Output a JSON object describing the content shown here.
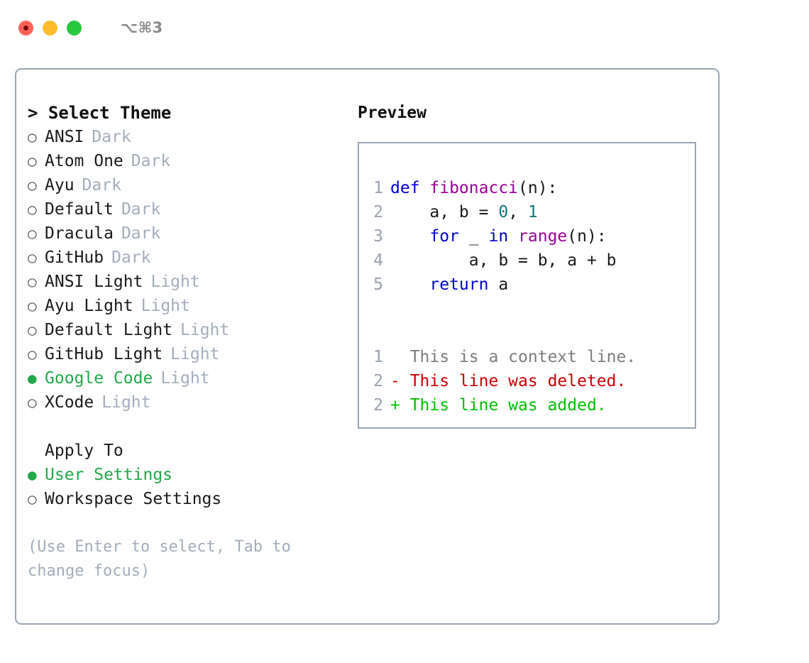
{
  "titlebar": {
    "shortcut": "⌥⌘3",
    "buttons": [
      {
        "name": "close",
        "color": "#ff6159"
      },
      {
        "name": "minimize",
        "color": "#ffbd2e"
      },
      {
        "name": "maximize",
        "color": "#28c83f"
      }
    ]
  },
  "theme_picker": {
    "header": "> Select Theme",
    "selected_bullet": "●",
    "unselected_bullet": "○",
    "items": [
      {
        "name": "ANSI",
        "kind": "Dark",
        "selected": false
      },
      {
        "name": "Atom One",
        "kind": "Dark",
        "selected": false
      },
      {
        "name": "Ayu",
        "kind": "Dark",
        "selected": false
      },
      {
        "name": "Default",
        "kind": "Dark",
        "selected": false
      },
      {
        "name": "Dracula",
        "kind": "Dark",
        "selected": false
      },
      {
        "name": "GitHub",
        "kind": "Dark",
        "selected": false
      },
      {
        "name": "ANSI Light",
        "kind": "Light",
        "selected": false
      },
      {
        "name": "Ayu Light",
        "kind": "Light",
        "selected": false
      },
      {
        "name": "Default Light",
        "kind": "Light",
        "selected": false
      },
      {
        "name": "GitHub Light",
        "kind": "Light",
        "selected": false
      },
      {
        "name": "Google Code",
        "kind": "Light",
        "selected": true
      },
      {
        "name": "XCode",
        "kind": "Light",
        "selected": false
      }
    ]
  },
  "apply_to": {
    "header": "Apply To",
    "items": [
      {
        "name": "User Settings",
        "selected": true
      },
      {
        "name": "Workspace Settings",
        "selected": false
      }
    ]
  },
  "hint": "(Use Enter to select, Tab to change focus)",
  "preview": {
    "title": "Preview",
    "code_lines": [
      {
        "number": "1",
        "tokens": [
          {
            "text": "def ",
            "type": "kw"
          },
          {
            "text": "fibonacci",
            "type": "fn"
          },
          {
            "text": "(n):",
            "type": "pln"
          }
        ]
      },
      {
        "number": "2",
        "tokens": [
          {
            "text": "    a, b = ",
            "type": "pln"
          },
          {
            "text": "0",
            "type": "num"
          },
          {
            "text": ", ",
            "type": "pln"
          },
          {
            "text": "1",
            "type": "num"
          }
        ]
      },
      {
        "number": "3",
        "tokens": [
          {
            "text": "    ",
            "type": "pln"
          },
          {
            "text": "for",
            "type": "kw"
          },
          {
            "text": " _ ",
            "type": "pln"
          },
          {
            "text": "in",
            "type": "kw"
          },
          {
            "text": " ",
            "type": "pln"
          },
          {
            "text": "range",
            "type": "fn"
          },
          {
            "text": "(n):",
            "type": "pln"
          }
        ]
      },
      {
        "number": "4",
        "tokens": [
          {
            "text": "        a, b = b, a + b",
            "type": "pln"
          }
        ]
      },
      {
        "number": "5",
        "tokens": [
          {
            "text": "    ",
            "type": "pln"
          },
          {
            "text": "return",
            "type": "kw"
          },
          {
            "text": " a",
            "type": "pln"
          }
        ]
      }
    ],
    "diff_lines": [
      {
        "number": "1",
        "marker": " ",
        "text": " This is a context line.",
        "type": "context"
      },
      {
        "number": "2",
        "marker": "-",
        "text": " This line was deleted.",
        "type": "deleted"
      },
      {
        "number": "2",
        "marker": "+",
        "text": " This line was added.",
        "type": "added"
      }
    ]
  },
  "colors": {
    "accent_green": "#22a84a",
    "muted": "#a4adbb",
    "border": "#9aa5b6",
    "keyword": "#0000cc",
    "function": "#990099",
    "number": "#0f7a78",
    "diff_added": "#00c000",
    "diff_deleted": "#cc0000",
    "diff_context": "#7d7d7d"
  }
}
